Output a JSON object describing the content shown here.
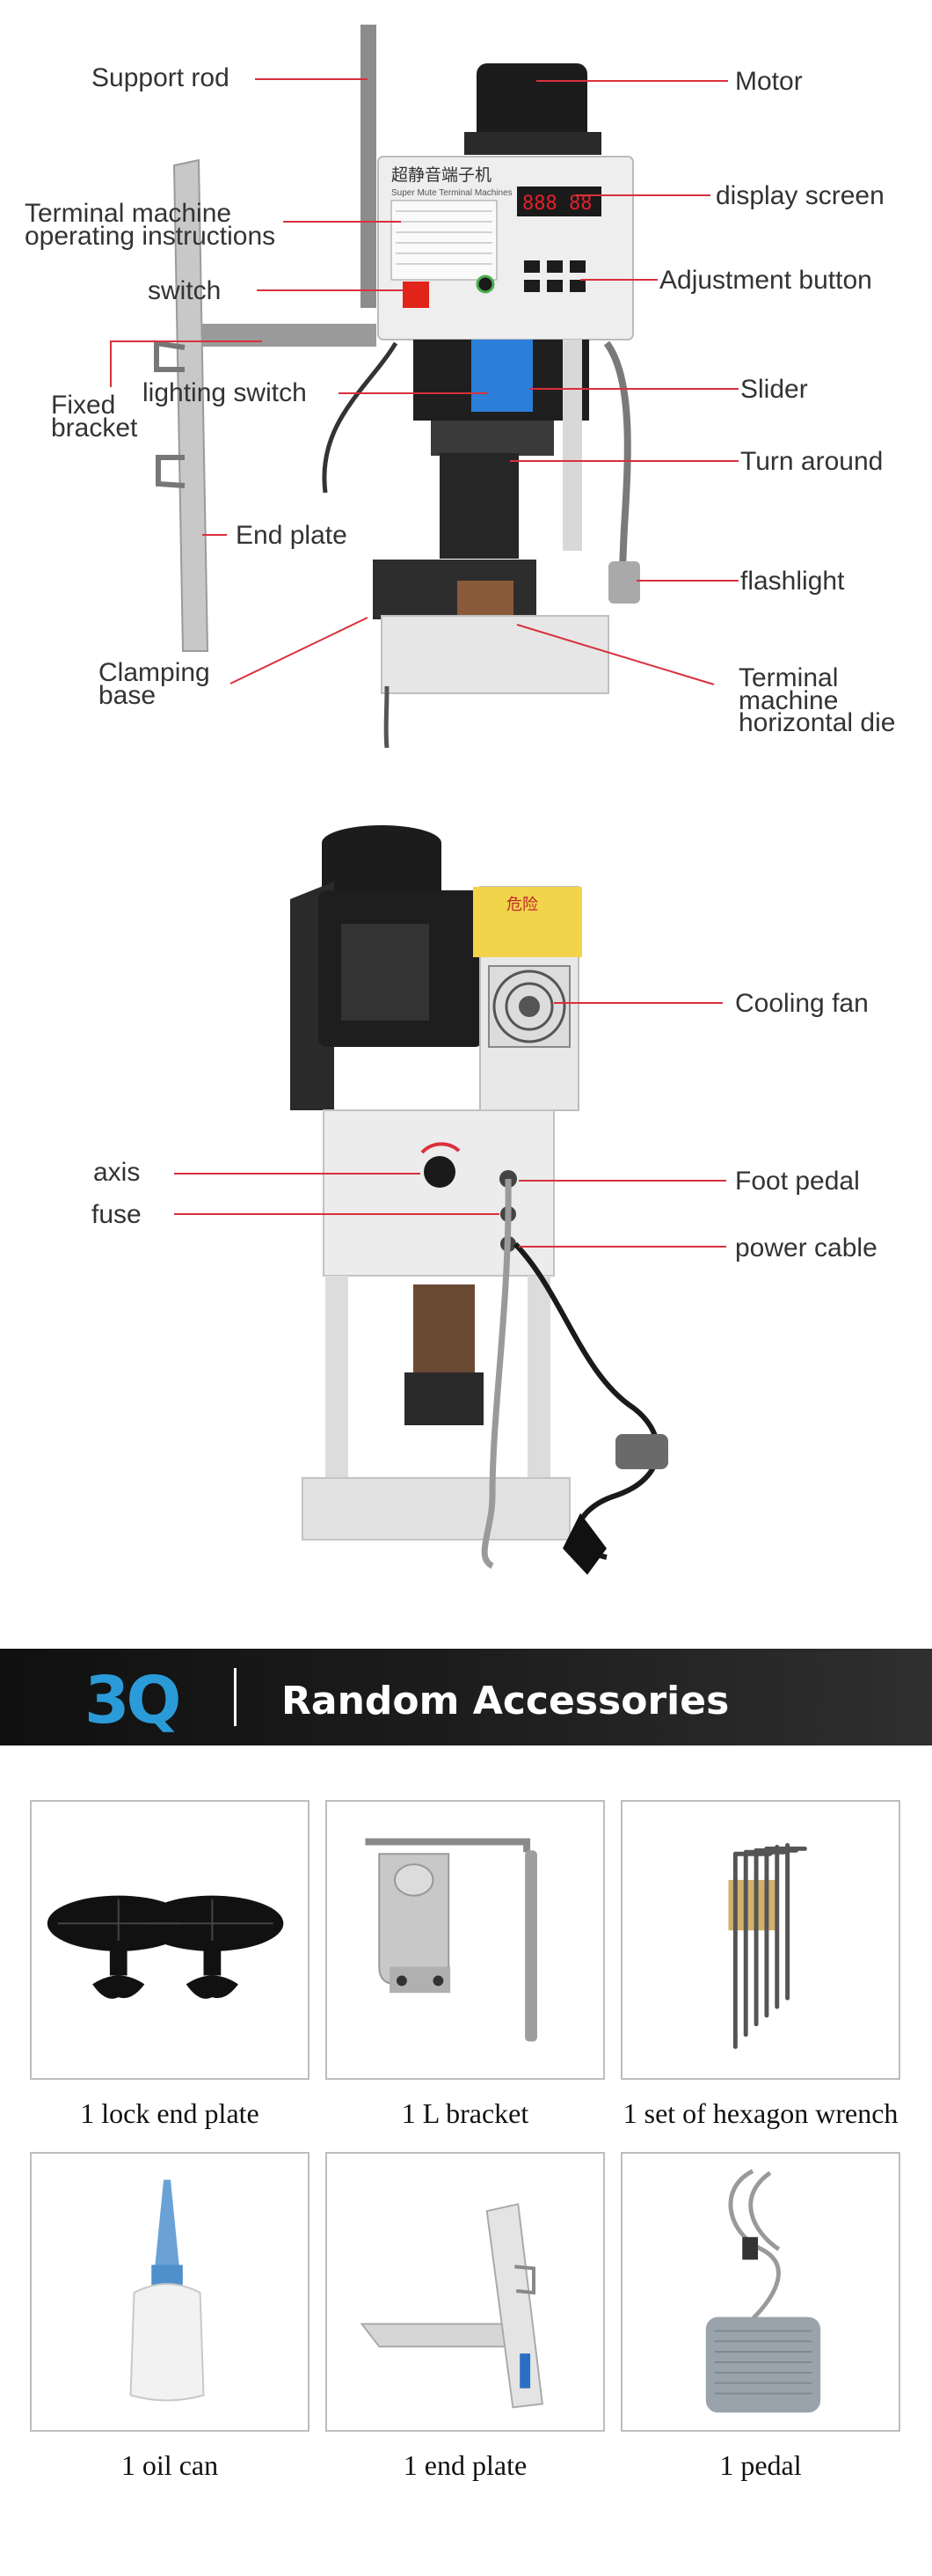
{
  "diagram_top": {
    "labels": {
      "support_rod": "Support rod",
      "motor": "Motor",
      "terminal_instructions": "Terminal machine\noperating instructions",
      "display_screen": "display screen",
      "switch": "switch",
      "adjustment_button": "Adjustment button",
      "fixed_bracket": "Fixed\nbracket",
      "lighting_switch": "lighting switch",
      "slider": "Slider",
      "turn_around": "Turn around",
      "end_plate": "End plate",
      "flashlight": "flashlight",
      "clamping_base": "Clamping\nbase",
      "horizontal_die": "Terminal\nmachine\nhorizontal die"
    },
    "panel_text": {
      "title_cn": "超静音端子机",
      "title_en": "Super Mute Terminal Machines",
      "display": "888 88"
    }
  },
  "diagram_back": {
    "labels": {
      "cooling_fan": "Cooling fan",
      "axis": "axis",
      "foot_pedal": "Foot pedal",
      "fuse": "fuse",
      "power_cable": "power cable"
    },
    "warning_text": "危险"
  },
  "banner": {
    "logo": "3Q",
    "title": "Random Accessories"
  },
  "accessories": [
    {
      "label": "1 lock end plate",
      "icon": "lock-end-plate"
    },
    {
      "label": "1 L bracket",
      "icon": "l-bracket"
    },
    {
      "label": "1 set of hexagon wrench",
      "icon": "hexagon-wrench"
    },
    {
      "label": "1 oil can",
      "icon": "oil-can"
    },
    {
      "label": "1 end plate",
      "icon": "end-plate"
    },
    {
      "label": "1 pedal",
      "icon": "pedal"
    }
  ],
  "colors": {
    "leader_line": "#d9303c",
    "banner_bg": "#1a1a1a",
    "logo_blue": "#2a9bd8"
  }
}
